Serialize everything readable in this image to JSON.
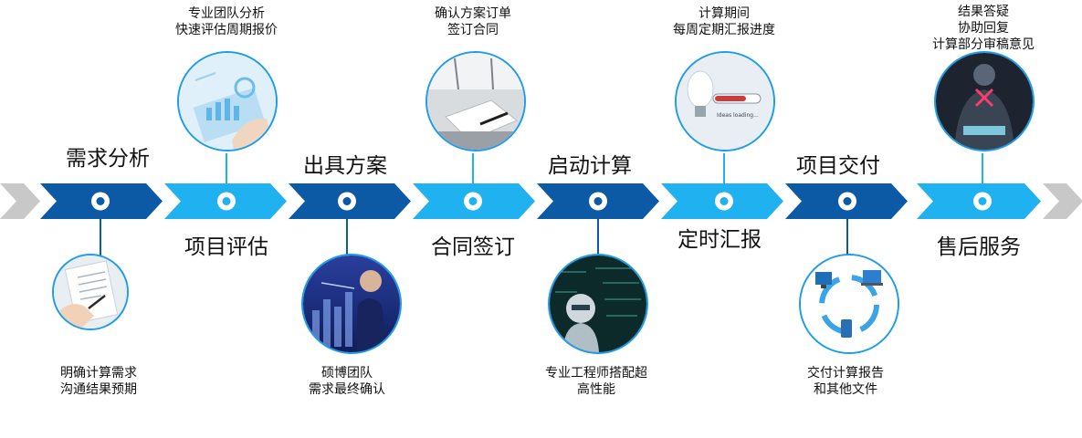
{
  "colors": {
    "dark": "#0c5aa6",
    "light": "#1fb1f0",
    "gray": "#c8c8c8",
    "ring": "#1d9ce8"
  },
  "stages": [
    {
      "title": "需求分析",
      "desc": [
        "明确计算需求",
        "沟通结果预期"
      ],
      "tone": "dark",
      "icon": "document-writing-icon"
    },
    {
      "title": "项目评估",
      "desc": [
        "专业团队分析",
        "快速评估周期报价"
      ],
      "tone": "light",
      "icon": "data-analysis-icon"
    },
    {
      "title": "出具方案",
      "desc": [
        "硕博团队",
        "需求最终确认"
      ],
      "tone": "dark",
      "icon": "businessman-touch-icon"
    },
    {
      "title": "合同签订",
      "desc": [
        "确认方案订单",
        "签订合同"
      ],
      "tone": "light",
      "icon": "contract-signing-icon"
    },
    {
      "title": "启动计算",
      "desc": [
        "专业工程师搭配超",
        "高性能"
      ],
      "tone": "dark",
      "icon": "robot-formula-icon"
    },
    {
      "title": "定时汇报",
      "desc": [
        "计算期间",
        "每周定期汇报进度"
      ],
      "tone": "light",
      "icon": "lightbulb-loading-icon"
    },
    {
      "title": "项目交付",
      "desc": [
        "交付计算报告",
        "和其他文件"
      ],
      "tone": "dark",
      "icon": "network-devices-icon"
    },
    {
      "title": "售后服务",
      "desc": [
        "结果答疑",
        "协助回复",
        "计算部分审稿意见"
      ],
      "tone": "light",
      "icon": "support-tools-icon"
    }
  ],
  "photo_texts": {
    "loading": "Ideas loading..."
  }
}
